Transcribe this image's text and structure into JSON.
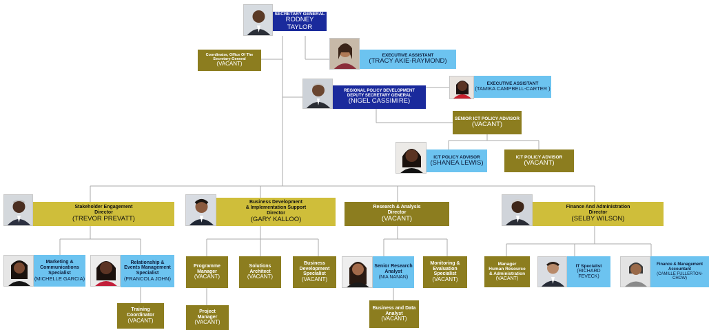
{
  "colors": {
    "navy": "#1a2a9c",
    "sky": "#6cc3f0",
    "mustard": "#cfbe3a",
    "olive": "#8c7d1f",
    "connector": "#aaaaaa"
  },
  "nodes": {
    "secgen": {
      "title": "SECRETARY GENERAL",
      "name": "RODNEY TAYLOR"
    },
    "coord": {
      "title": "Coordinator, Office Of The\nSecretary-General",
      "name": "(VACANT)"
    },
    "ea1": {
      "title": "EXECUTIVE ASSISTANT",
      "name": "(TRACY AKIE-RAYMOND)"
    },
    "dsg": {
      "title": "REGIONAL POLICY DEVELOPMENT\nDEPUTY SECRETARY GENERAL",
      "name": "(NIGEL CASSIMIRE)"
    },
    "ea2": {
      "title": "EXECUTIVE ASSISTANT",
      "name": "(TAMIKA CAMPBELL-CARTER )"
    },
    "sictpa": {
      "title": "SENIOR ICT POLICY ADVISOR",
      "name": "(VACANT)"
    },
    "ictpa1": {
      "title": "ICT POLICY ADVISOR",
      "name": "(SHANEA LEWIS)"
    },
    "ictpa2": {
      "title": "ICT POLICY ADVISOR",
      "name": "(VACANT)"
    },
    "stake": {
      "title": "Stakeholder Engagement\nDirector",
      "name": "(TREVOR PREVATT)"
    },
    "bizdev": {
      "title": "Business Development\n& Implementation Support\nDirector",
      "name": "(GARY KALLOO)"
    },
    "research": {
      "title": "Research & Analysis\nDirector",
      "name": "(VACANT)"
    },
    "finance": {
      "title": "Finance And Administration\nDirector",
      "name": "(SELBY WILSON)"
    },
    "mcs": {
      "title": "Marketing &\nCommunications\nSpecialist",
      "name": "(MICHELLE GARCIA)"
    },
    "rems": {
      "title": "Relationship &\nEvents Management\nSpecialist",
      "name": "(FRANCOLA JOHN)"
    },
    "tc": {
      "title": "Training\nCoordinator",
      "name": "(VACANT)"
    },
    "pm": {
      "title": "Programme\nManager",
      "name": "(VACANT)"
    },
    "sa": {
      "title": "Solutions\nArchitect",
      "name": "(VACANT)"
    },
    "bds": {
      "title": "Business\nDevelopment\nSpecialist",
      "name": "(VACANT)"
    },
    "projm": {
      "title": "Project\nManager",
      "name": "(VACANT)"
    },
    "sra": {
      "title": "Senior Research\nAnalyst",
      "name": "(NIA NANAN)"
    },
    "mes": {
      "title": "Monitoring &\nEvaluation\nSpecialist",
      "name": "(VACANT)"
    },
    "bda": {
      "title": "Business and Data\nAnalyst",
      "name": "(VACANT)"
    },
    "mhr": {
      "title": "Manager\nHuman Resource\n& Administration",
      "name": "(VACANT)"
    },
    "its": {
      "title": "IT Specialist",
      "name": "(RICHARD FEVECK)"
    },
    "fma": {
      "title": "Finance & Management\nAccountant",
      "name": "(CAMILLE FULLERTON-CHOW)"
    }
  }
}
